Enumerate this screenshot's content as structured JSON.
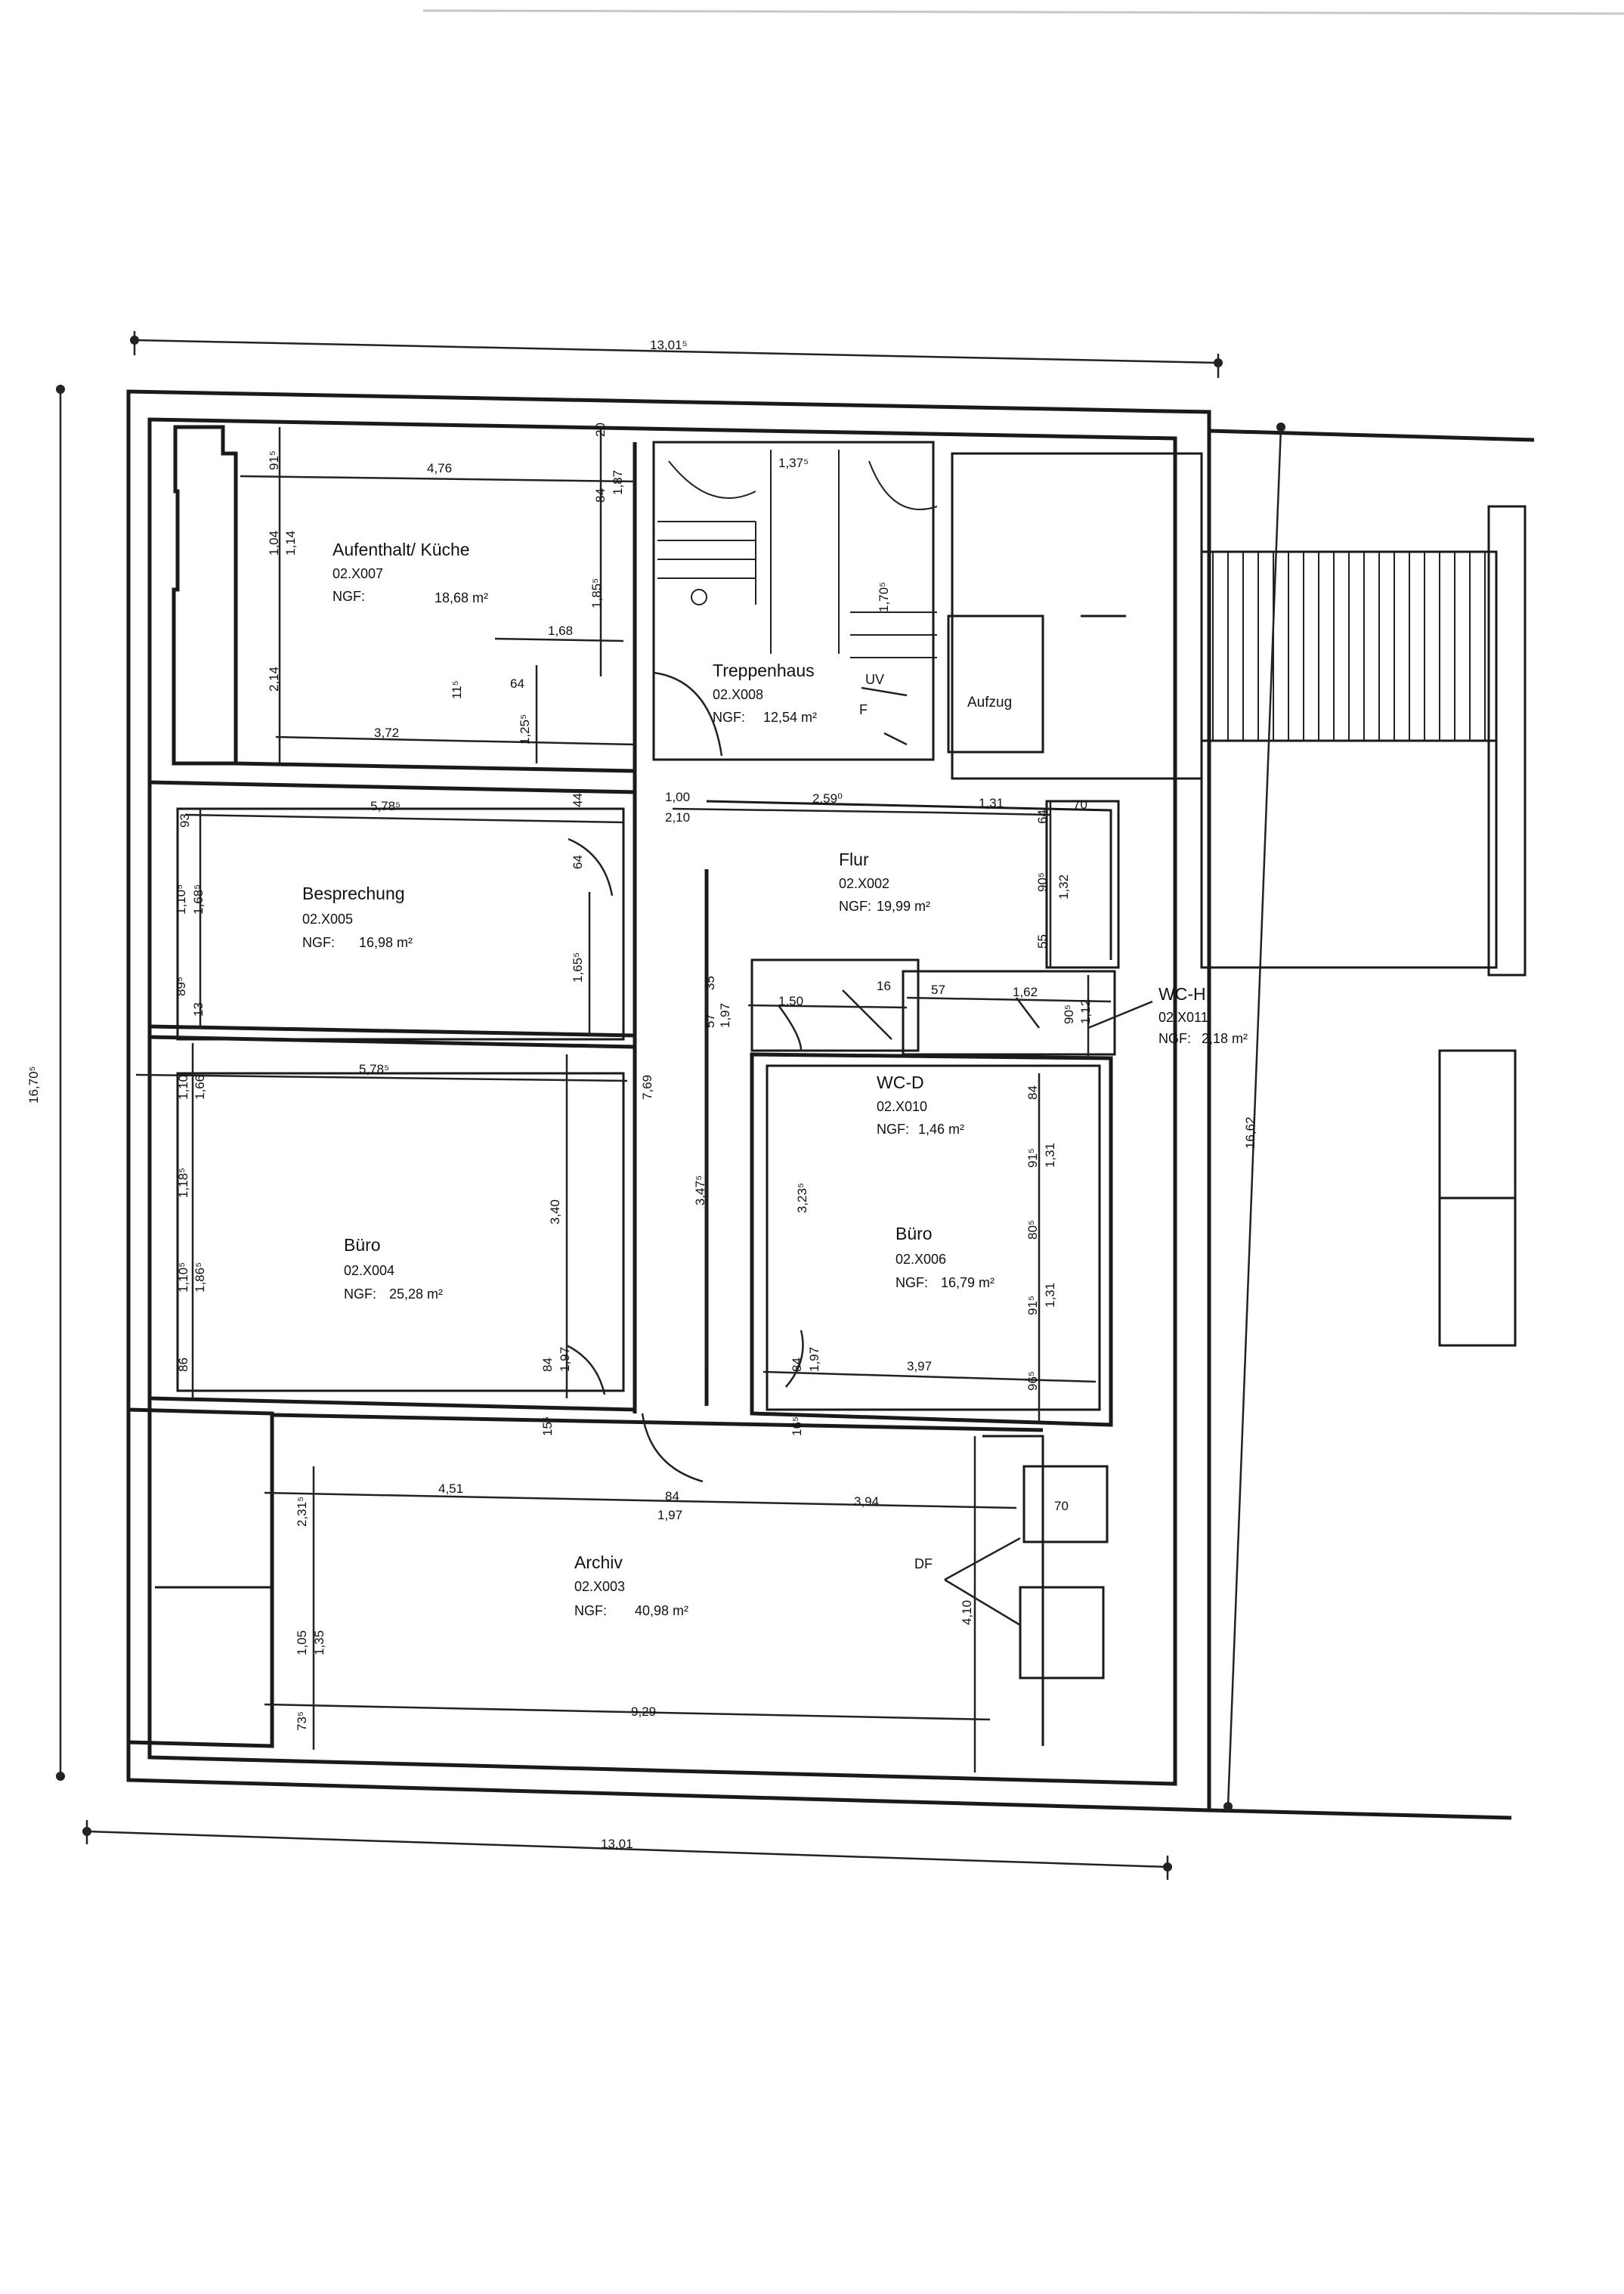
{
  "overall": {
    "top_width": "13,01⁵",
    "bottom_width": "13,01",
    "left_height": "16,70⁵",
    "right_height": "16,62"
  },
  "rooms": {
    "kueche": {
      "name": "Aufenthalt/ Küche",
      "id": "02.X007",
      "area_label": "NGF:",
      "area": "18,68 m²"
    },
    "treppenhaus": {
      "name": "Treppenhaus",
      "id": "02.X008",
      "area_label": "NGF:",
      "area": "12,54 m²"
    },
    "aufzug": {
      "name": "Aufzug"
    },
    "besprechung": {
      "name": "Besprechung",
      "id": "02.X005",
      "area_label": "NGF:",
      "area": "16,98 m²"
    },
    "flur": {
      "name": "Flur",
      "id": "02.X002",
      "area_label": "NGF:",
      "area": "19,99 m²"
    },
    "wch": {
      "name": "WC-H",
      "id": "02.X011",
      "area_label": "NGF:",
      "area": "2,18 m²"
    },
    "wcd": {
      "name": "WC-D",
      "id": "02.X010",
      "area_label": "NGF:",
      "area": "1,46 m²"
    },
    "buero4": {
      "name": "Büro",
      "id": "02.X004",
      "area_label": "NGF:",
      "area": "25,28 m²"
    },
    "buero6": {
      "name": "Büro",
      "id": "02.X006",
      "area_label": "NGF:",
      "area": "16,79 m²"
    },
    "archiv": {
      "name": "Archiv",
      "id": "02.X003",
      "area_label": "NGF:",
      "area": "40,98 m²"
    }
  },
  "symbols": {
    "uv": "UV",
    "f": "F",
    "df": "DF"
  },
  "dims": {
    "d476": "4,76",
    "d372": "3,72",
    "d168": "1,68",
    "d64": "64",
    "d20": "20",
    "d91k": "91⁵",
    "d104": "1,04",
    "d114": "1,14",
    "d214": "2,14",
    "d84a": "84",
    "d187": "1,87",
    "d185": "1,85⁵",
    "d115": "11⁵",
    "d125": "1,25⁵",
    "d137": "1,37⁵",
    "d170": "1,70⁵",
    "d578a": "5,78⁵",
    "d578b": "5,78⁵",
    "d44": "44",
    "d64b": "64",
    "d165": "1,65⁵",
    "d93": "93",
    "d110a": "1,10⁵",
    "d168b": "1,68⁵",
    "d89": "89⁵",
    "d13": "13",
    "d100": "1,00",
    "d210": "2,10",
    "d259": "2,59⁰",
    "d131a": "1,31",
    "d70a": "70",
    "d64c": "64",
    "d90": "90⁵",
    "d132": "1,32",
    "d55": "55",
    "d35": "35",
    "d57a": "57",
    "d197a": "1,97",
    "d150": "1,50",
    "d16": "16",
    "d57b": "57",
    "d162": "1,62",
    "d90b": "90⁵",
    "d112": "1,12",
    "d110b": "1,10",
    "d166": "1,66",
    "d118": "1,18⁵",
    "d1105": "1,10⁵",
    "d186": "1,86⁵",
    "d86": "86",
    "d340": "3,40",
    "d769": "7,69",
    "d347": "3,47⁵",
    "d84b": "84",
    "d197b": "1,97",
    "d15a": "15⁵",
    "d323": "3,23⁵",
    "d84c": "84",
    "d91b": "91⁵",
    "d131b": "1,31",
    "d80": "80⁵",
    "d91c": "91⁵",
    "d131c": "1,31",
    "d96": "96⁵",
    "d84d": "84",
    "d197c": "1,97",
    "d397": "3,97",
    "d16b": "16⁵",
    "d451": "4,51",
    "d84e": "84",
    "d197d": "1,97",
    "d394": "3,94",
    "d70b": "70",
    "d231": "2,31⁵",
    "d410": "4,10",
    "d105": "1,05",
    "d135": "1,35",
    "d73": "73⁵",
    "d929": "9,29"
  }
}
